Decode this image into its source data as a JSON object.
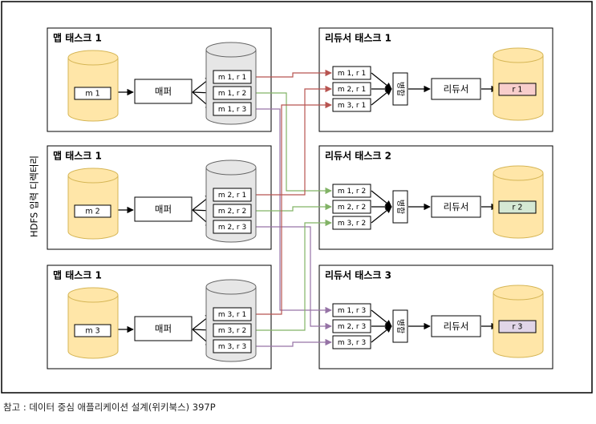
{
  "diagram": {
    "side_label": "HDFS 입력 디렉터리",
    "caption": "참고 : 데이터 중심 애플리케이션 설계(위키북스) 397P",
    "colors": {
      "yellow_fill": "#FFE6A8",
      "yellow_stroke": "#D6B656",
      "gray_fill": "#E6E6E6",
      "gray_stroke": "#666666",
      "r1_fill": "#F8CECC",
      "r2_fill": "#D5E8D4",
      "r3_fill": "#E1D5E7",
      "arrow_r1": "#B85450",
      "arrow_r2": "#82B366",
      "arrow_r3": "#9673A6"
    },
    "map_tasks": [
      {
        "title": "맵 태스크 1",
        "input": "m 1",
        "mapper": "매퍼",
        "outputs": [
          "m 1, r 1",
          "m 1, r 2",
          "m 1, r 3"
        ]
      },
      {
        "title": "맵 태스크 1",
        "input": "m 2",
        "mapper": "매퍼",
        "outputs": [
          "m 2, r 1",
          "m 2, r 2",
          "m 2, r 3"
        ]
      },
      {
        "title": "맵 태스크 1",
        "input": "m 3",
        "mapper": "매퍼",
        "outputs": [
          "m 3, r 1",
          "m 3, r 2",
          "m 3, r 3"
        ]
      }
    ],
    "reduce_tasks": [
      {
        "title": "리듀서 태스크 1",
        "inputs": [
          "m 1, r 1",
          "m 2, r 1",
          "m 3, r 1"
        ],
        "merge": "병합",
        "reducer": "리듀서",
        "output": "r 1"
      },
      {
        "title": "리듀서 태스크 2",
        "inputs": [
          "m 1, r 2",
          "m 2, r 2",
          "m 3, r 2"
        ],
        "merge": "병합",
        "reducer": "리듀서",
        "output": "r 2"
      },
      {
        "title": "리듀서 태스크 3",
        "inputs": [
          "m 1, r 3",
          "m 2, r 3",
          "m 3, r 3"
        ],
        "merge": "병합",
        "reducer": "리듀서",
        "output": "r 3"
      }
    ]
  }
}
